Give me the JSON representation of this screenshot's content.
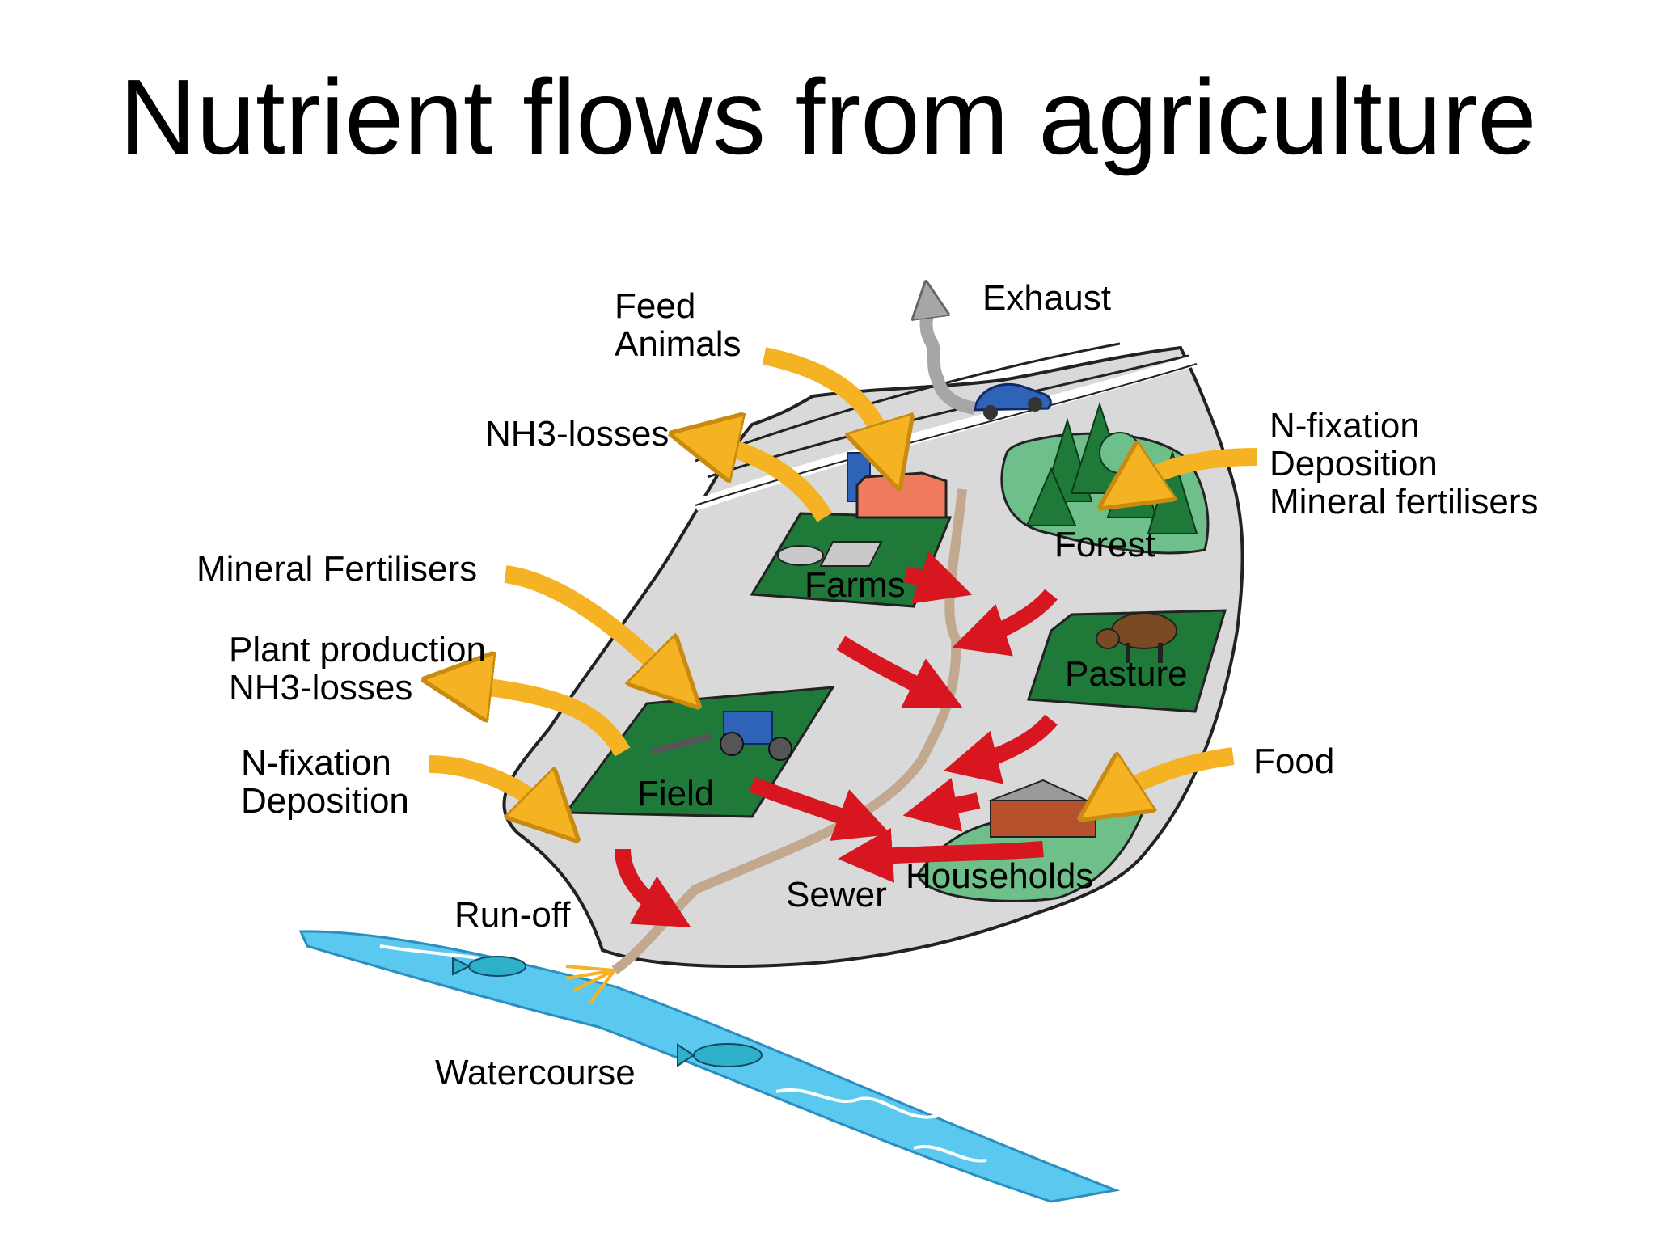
{
  "title": "Nutrient flows from agriculture",
  "labels": {
    "feed_animals": [
      "Feed",
      "Animals"
    ],
    "exhaust": "Exhaust",
    "nh3_losses_farm": "NH3-losses",
    "n_fixation_forest": [
      "N-fixation",
      "Deposition",
      "Mineral fertilisers"
    ],
    "mineral_fertilisers": "Mineral Fertilisers",
    "plant_production": [
      "Plant production",
      "NH3-losses"
    ],
    "n_fixation_field": [
      "N-fixation",
      "Deposition"
    ],
    "food": "Food",
    "run_off": "Run-off",
    "sewer": "Sewer",
    "watercourse": "Watercourse"
  },
  "places": {
    "farms": "Farms",
    "forest": "Forest",
    "pasture": "Pasture",
    "field": "Field",
    "households": "Households"
  },
  "colors": {
    "land": "#d9d9d9",
    "grass": "#1f7a3a",
    "light_grass": "#6fbf8a",
    "input_arrow": "#f5b324",
    "flow_arrow": "#d7161f",
    "water": "#5bc8f0",
    "exhaust": "#a6a6a6",
    "stream": "#c2a88e"
  }
}
